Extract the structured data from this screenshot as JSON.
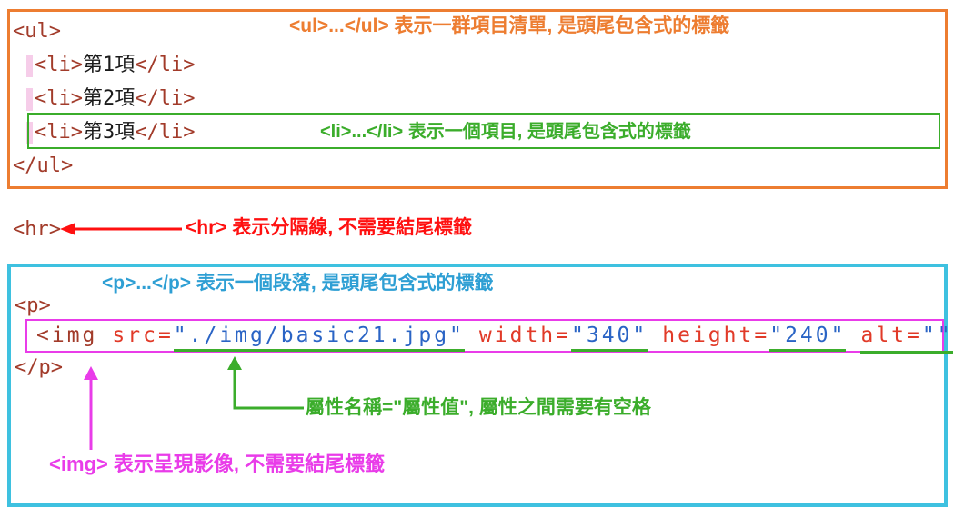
{
  "colors": {
    "orange": "#ED7D31",
    "green": "#3BAD2B",
    "red": "#FF1010",
    "cyan": "#3EC1E0",
    "blue": "#2E9FD4",
    "magenta": "#E93CE9",
    "code_tag": "#A23B2A",
    "code_attr": "#E13A28",
    "code_value": "#2A64C5",
    "code_text": "#1B1B1B",
    "pink_mark": "#F6CDE9"
  },
  "top_box": {
    "ul_open": "<ul>",
    "list_items": [
      {
        "open": "<li>",
        "text": "第1項",
        "close": "</li>"
      },
      {
        "open": "<li>",
        "text": "第2項",
        "close": "</li>"
      },
      {
        "open": "<li>",
        "text": "第3項",
        "close": "</li>"
      }
    ],
    "ul_close": "</ul>",
    "ul_annotation": "<ul>...</ul> 表示一群項目清單, 是頭尾包含式的標籤",
    "li_annotation": "<li>...</li> 表示一個項目, 是頭尾包含式的標籤"
  },
  "hr_section": {
    "code": "<hr>",
    "annotation": "<hr> 表示分隔線, 不需要結尾標籤"
  },
  "p_box": {
    "p_annotation": "<p>...</p> 表示一個段落, 是頭尾包含式的標籤",
    "p_open": "<p>",
    "img_tag_open": "<img",
    "attrs": [
      {
        "name": "src",
        "eq": "=",
        "value": "\"./img/basic21.jpg\""
      },
      {
        "name": "width",
        "eq": "=",
        "value": "\"340\""
      },
      {
        "name": "height",
        "eq": "=",
        "value": "\"240\""
      },
      {
        "name": "alt",
        "eq": "=",
        "value": "\"\""
      }
    ],
    "img_tag_close": ">",
    "p_close": "</p>",
    "attr_annotation": "屬性名稱=\"屬性值\",  屬性之間需要有空格",
    "img_annotation": "<img> 表示呈現影像, 不需要結尾標籤"
  }
}
